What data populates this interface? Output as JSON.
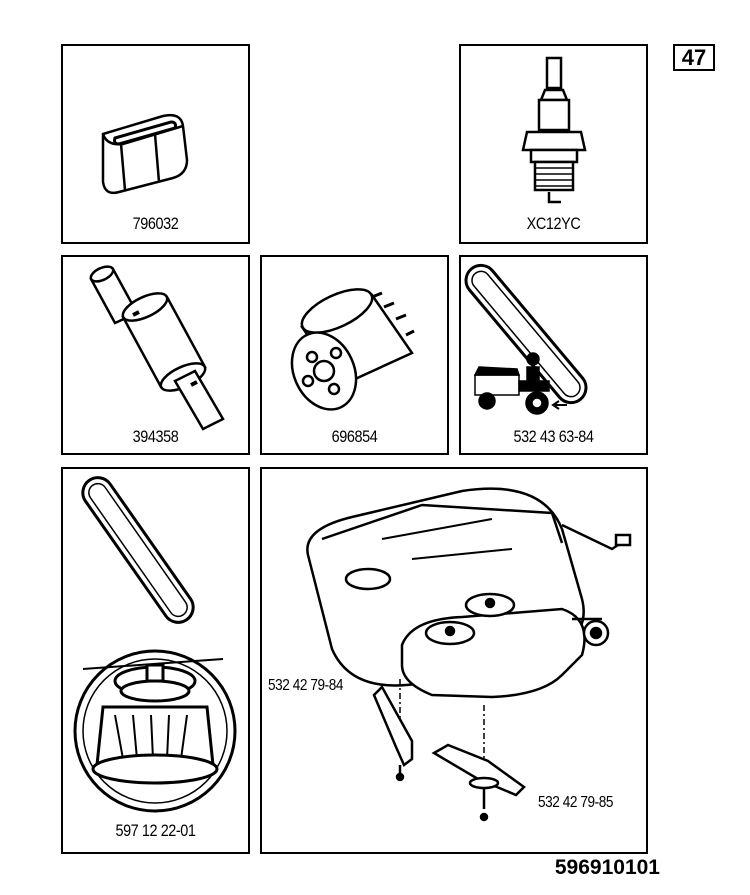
{
  "page_number": "47",
  "document_number": "596910101",
  "parts": [
    {
      "id": "air-filter",
      "part_number": "796032",
      "icon": "air-filter-icon"
    },
    {
      "id": "spark-plug",
      "part_number": "XC12YC",
      "icon": "spark-plug-icon"
    },
    {
      "id": "fuel-filter",
      "part_number": "394358",
      "icon": "fuel-filter-icon"
    },
    {
      "id": "oil-filter",
      "part_number": "696854",
      "icon": "oil-filter-icon"
    },
    {
      "id": "drive-belt",
      "part_number": "532 43 63-84",
      "icon": "drive-belt-icon"
    },
    {
      "id": "deck-belt-pulley",
      "part_number": "597 12 22-01",
      "icon": "deck-belt-pulley-icon"
    },
    {
      "id": "mower-deck-blades",
      "part_number": "",
      "icon": "mower-deck-icon",
      "callouts": [
        "532 42 79-84",
        "532 42 79-85"
      ]
    }
  ]
}
